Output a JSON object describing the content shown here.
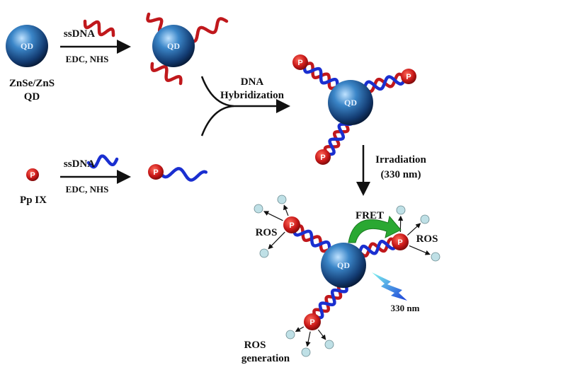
{
  "labels": {
    "qd": "QD",
    "znse_line1": "ZnSe/ZnS",
    "znse_line2": "QD",
    "ssdna": "ssDNA",
    "edc_nhs": "EDC, NHS",
    "ppix": "Pp IX",
    "p": "P",
    "dna": "DNA",
    "hybridization": "Hybridization",
    "irradiation": "Irradiation",
    "irradiation_wavelength": "(330 nm)",
    "ros": "ROS",
    "ros_generation_line1": "ROS",
    "ros_generation_line2": "generation",
    "fret": "FRET",
    "light_wavelength": "330 nm"
  },
  "colors": {
    "ssdna_red": "#c0181c",
    "ssdna_blue": "#1a2fd0",
    "qd_blue": "#1f5f9e",
    "photosensitizer_red": "#c81818",
    "ros_dot": "#bfe0e6",
    "fret_green": "#2aa832"
  }
}
